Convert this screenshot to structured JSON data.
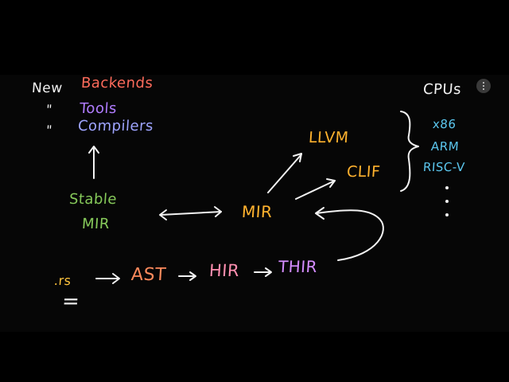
{
  "notes": {
    "new": "New",
    "backends": "Backends",
    "ditto1": "\"",
    "tools": "Tools",
    "ditto2": "\"",
    "compilers": "Compilers",
    "stable": "Stable",
    "stable_mir": "MIR",
    "mir": "MIR",
    "llvm": "LLVM",
    "clif": "CLIF",
    "cpus": "CPUs",
    "x86": "x86",
    "arm": "ARM",
    "riscv": "RISC-V",
    "rs": ".rs",
    "ast": "AST",
    "hir": "HIR",
    "thir": "THIR",
    "eq": "="
  },
  "colors": {
    "white": "#f2f2f2",
    "backends": "#ff6b5b",
    "tools": "#b07cff",
    "compilers": "#9ea4ff",
    "stable": "#86c95a",
    "orange": "#ffb22e",
    "cyan": "#5cc8f0",
    "ast": "#ff8a5c",
    "hir": "#ff8fb0",
    "thir": "#d48cff",
    "rs": "#ffc43d"
  }
}
